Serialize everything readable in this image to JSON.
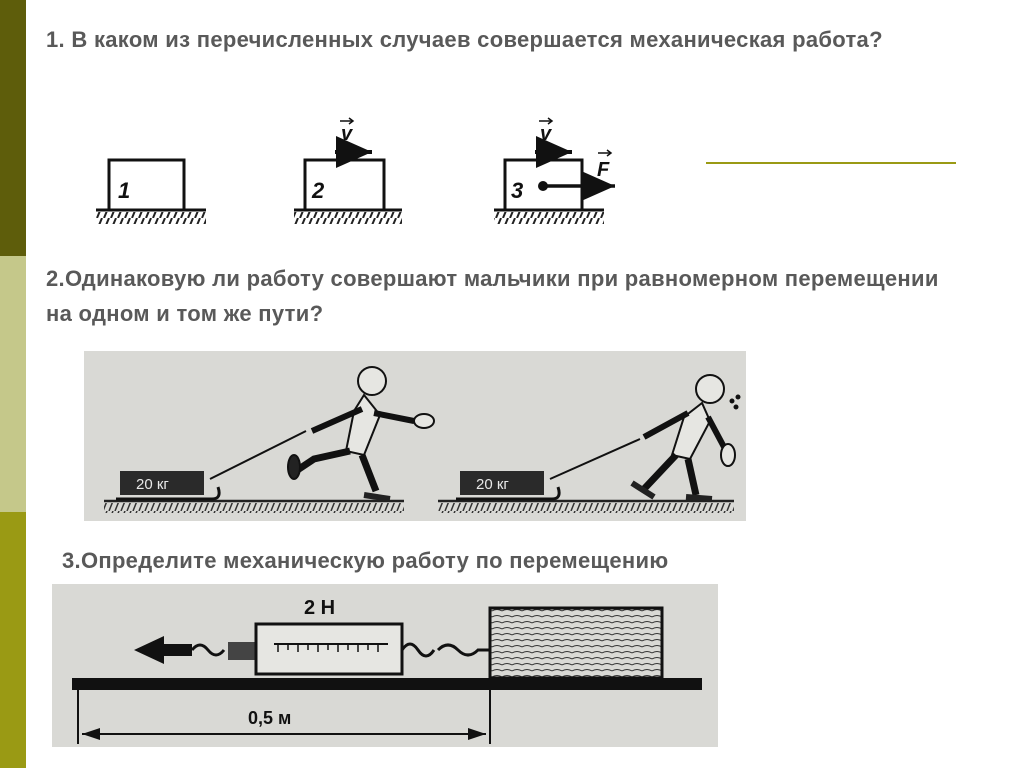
{
  "accents": {
    "stripe_top": "#5e5d0b",
    "stripe_mid": "#c5c88a",
    "stripe_bottom": "#9a9a14",
    "text": "#595959",
    "answer_line": "#9a9a14"
  },
  "questions": [
    {
      "text": "1. В каком из перечисленных случаев совершается механическая работа?"
    },
    {
      "text": "2.Одинаковую ли работу совершают мальчики при равномерном перемещении на одном и том же пути?"
    },
    {
      "text": "3.Определите механическую работу по перемещению"
    }
  ],
  "figure1": {
    "boxes": [
      {
        "label": "1"
      },
      {
        "label": "2",
        "velocity": "v"
      },
      {
        "label": "3",
        "velocity": "v",
        "force": "F"
      }
    ]
  },
  "figure2": {
    "sleds": [
      {
        "weight": "20 кг"
      },
      {
        "weight": "20 кг"
      }
    ]
  },
  "figure3": {
    "force": "2 Н",
    "distance": "0,5 м"
  }
}
